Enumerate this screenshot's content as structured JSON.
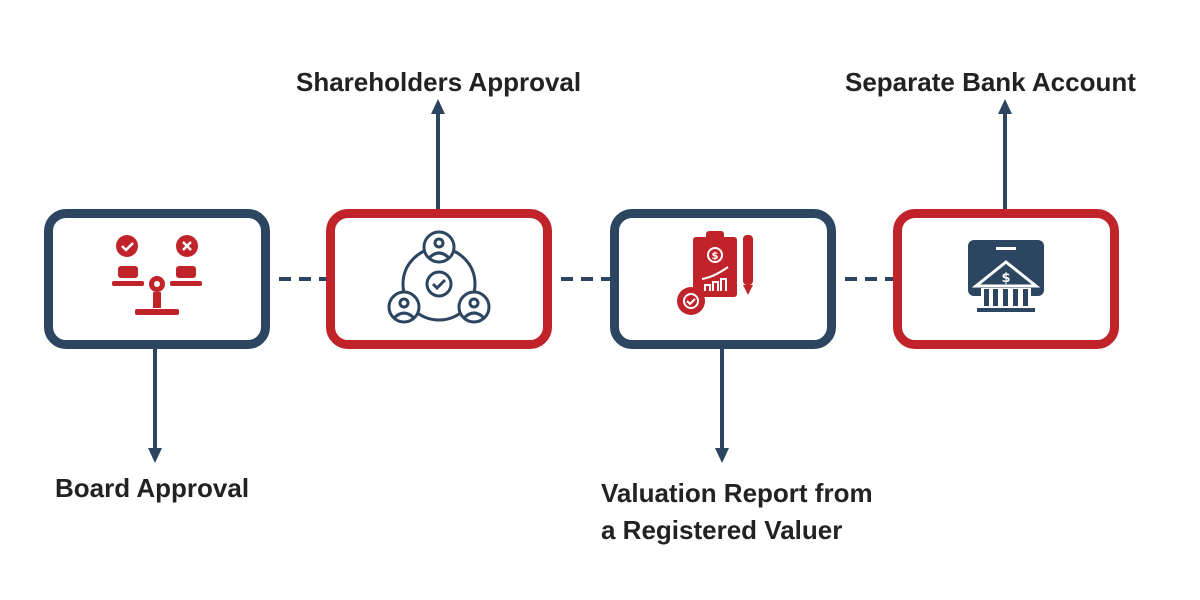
{
  "colors": {
    "navy": "#2c4560",
    "red": "#c0232a"
  },
  "steps": [
    {
      "label": "Board Approval",
      "icon": "balance-scale-icon"
    },
    {
      "label": "Shareholders Approval",
      "icon": "group-approval-icon"
    },
    {
      "label_line1": "Valuation Report from",
      "label_line2": "a Registered Valuer",
      "icon": "valuation-report-icon"
    },
    {
      "label": "Separate Bank Account",
      "icon": "bank-icon"
    }
  ]
}
